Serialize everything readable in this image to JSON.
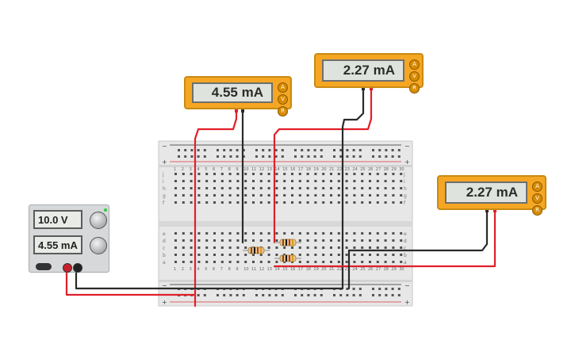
{
  "ammeter_left": {
    "reading": "4.55 mA"
  },
  "ammeter_top": {
    "reading": "2.27 mA"
  },
  "ammeter_right": {
    "reading": "2.27 mA"
  },
  "meter_knobs": [
    "A",
    "V",
    "R"
  ],
  "power_supply": {
    "voltage": "10.0 V",
    "current": "4.55 mA"
  },
  "breadboard": {
    "column_labels": [
      "1",
      "2",
      "3",
      "4",
      "5",
      "6",
      "7",
      "8",
      "9",
      "10",
      "11",
      "12",
      "13",
      "14",
      "15",
      "16",
      "17",
      "18",
      "19",
      "20",
      "21",
      "22",
      "23",
      "24",
      "25",
      "26",
      "27",
      "28",
      "29",
      "30"
    ],
    "row_labels_top": [
      "j",
      "i",
      "h",
      "g",
      "f"
    ],
    "row_labels_bottom": [
      "e",
      "d",
      "c",
      "b",
      "a"
    ],
    "rail_plus": "+",
    "rail_minus": "−"
  },
  "colors": {
    "wire_red": "#e0202a",
    "wire_black": "#2a2a2a",
    "meter_body": "#f5a623",
    "breadboard": "#e4e4e4"
  }
}
